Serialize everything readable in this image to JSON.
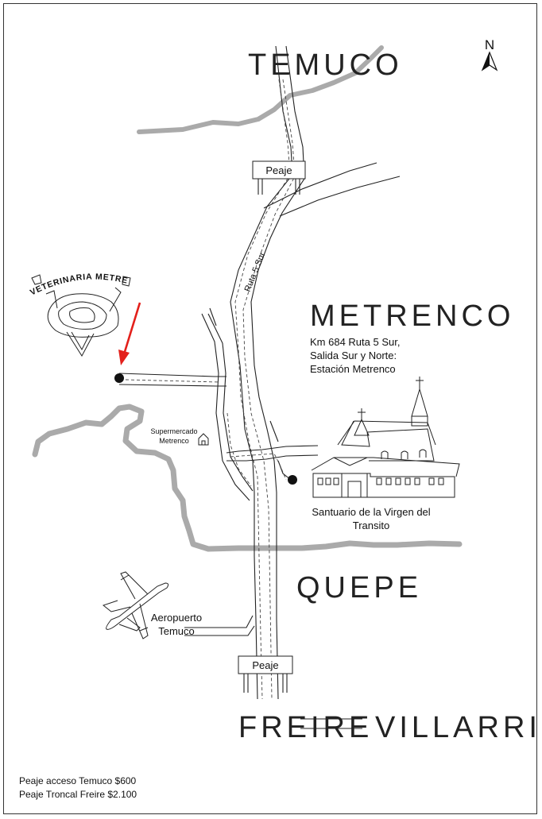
{
  "compass": {
    "label": "N"
  },
  "cities": {
    "temuco": "TEMUCO",
    "metrenco": "METRENCO",
    "quepe": "QUEPE",
    "freire": "FREIRE",
    "villarrica": "VILLARRICA"
  },
  "tolls": {
    "north": "Peaje",
    "south": "Peaje"
  },
  "road_label": "Ruta 5 Sur",
  "clinic": {
    "name": "VETERINARIA METRENCO"
  },
  "directions": {
    "line1": "Km 684 Ruta 5 Sur,",
    "line2": "Salida Sur y Norte:",
    "line3": "Estación Metrenco"
  },
  "supermarket": {
    "line1": "Supermercado",
    "line2": "Metrenco"
  },
  "sanctuary": {
    "line1": "Santuario de la Virgen del",
    "line2": "Transito"
  },
  "airport": {
    "line1": "Aeropuerto",
    "line2": "Temuco"
  },
  "footnotes": {
    "line1": "Peaje acceso Temuco $600",
    "line2": "Peaje Troncal Freire $2.100"
  },
  "colors": {
    "marker": "#e3201b",
    "river": "#aaaaaa",
    "ink": "#222222"
  },
  "icons": [
    "north-arrow-icon",
    "church-icon",
    "airplane-icon",
    "house-icon",
    "location-arrow-icon"
  ]
}
